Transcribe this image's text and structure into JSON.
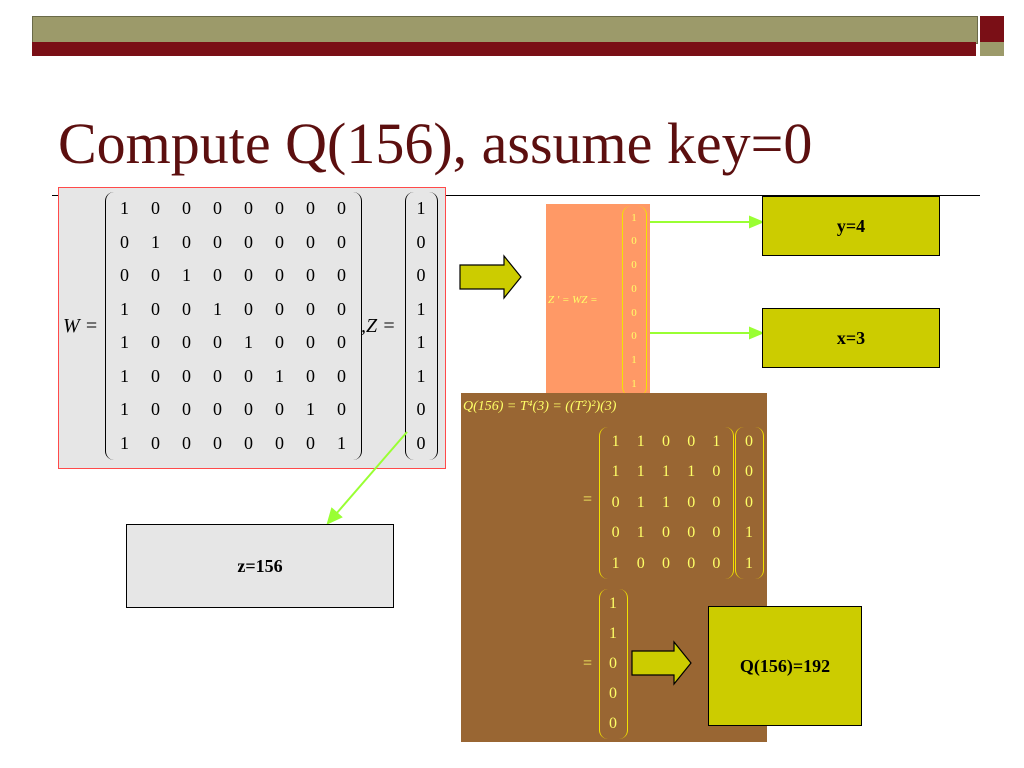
{
  "slide": {
    "title": "Compute Q(156), assume key=0",
    "colors": {
      "bar_olive": "#9c9a6a",
      "bar_maroon": "#7a0f16",
      "title": "#5c0f0f",
      "gray_panel": "#e6e6e6",
      "red_border": "#ff4a4a",
      "salmon": "#ff9966",
      "brown": "#996633",
      "yellow_box": "#cccc00",
      "green_line": "#99ff33",
      "matrix_yellow": "#ffff66"
    }
  },
  "left_panel": {
    "w_label": "W =",
    "z_label": ",Z =",
    "W": [
      [
        "1",
        "0",
        "0",
        "0",
        "0",
        "0",
        "0",
        "0"
      ],
      [
        "0",
        "1",
        "0",
        "0",
        "0",
        "0",
        "0",
        "0"
      ],
      [
        "0",
        "0",
        "1",
        "0",
        "0",
        "0",
        "0",
        "0"
      ],
      [
        "1",
        "0",
        "0",
        "1",
        "0",
        "0",
        "0",
        "0"
      ],
      [
        "1",
        "0",
        "0",
        "0",
        "1",
        "0",
        "0",
        "0"
      ],
      [
        "1",
        "0",
        "0",
        "0",
        "0",
        "1",
        "0",
        "0"
      ],
      [
        "1",
        "0",
        "0",
        "0",
        "0",
        "0",
        "1",
        "0"
      ],
      [
        "1",
        "0",
        "0",
        "0",
        "0",
        "0",
        "0",
        "1"
      ]
    ],
    "Z": [
      "1",
      "0",
      "0",
      "1",
      "1",
      "1",
      "0",
      "0"
    ]
  },
  "salmon_panel": {
    "label": "Z ' = WZ =",
    "values": [
      "1",
      "0",
      "0",
      "0",
      "0",
      "0",
      "1",
      "1"
    ]
  },
  "boxes": {
    "y": "y=4",
    "x": "x=3",
    "z": "z=156",
    "q": "Q(156)=192"
  },
  "brown_panel": {
    "formula": "Q(156) = T⁴(3) = ((T²)²)(3)",
    "eq1": "=",
    "eq2": "=",
    "T4": [
      [
        "1",
        "1",
        "0",
        "0",
        "1"
      ],
      [
        "1",
        "1",
        "1",
        "1",
        "0"
      ],
      [
        "0",
        "1",
        "1",
        "0",
        "0"
      ],
      [
        "0",
        "1",
        "0",
        "0",
        "0"
      ],
      [
        "1",
        "0",
        "0",
        "0",
        "0"
      ]
    ],
    "vec_in": [
      "0",
      "0",
      "0",
      "1",
      "1"
    ],
    "vec_out": [
      "1",
      "1",
      "0",
      "0",
      "0"
    ]
  }
}
